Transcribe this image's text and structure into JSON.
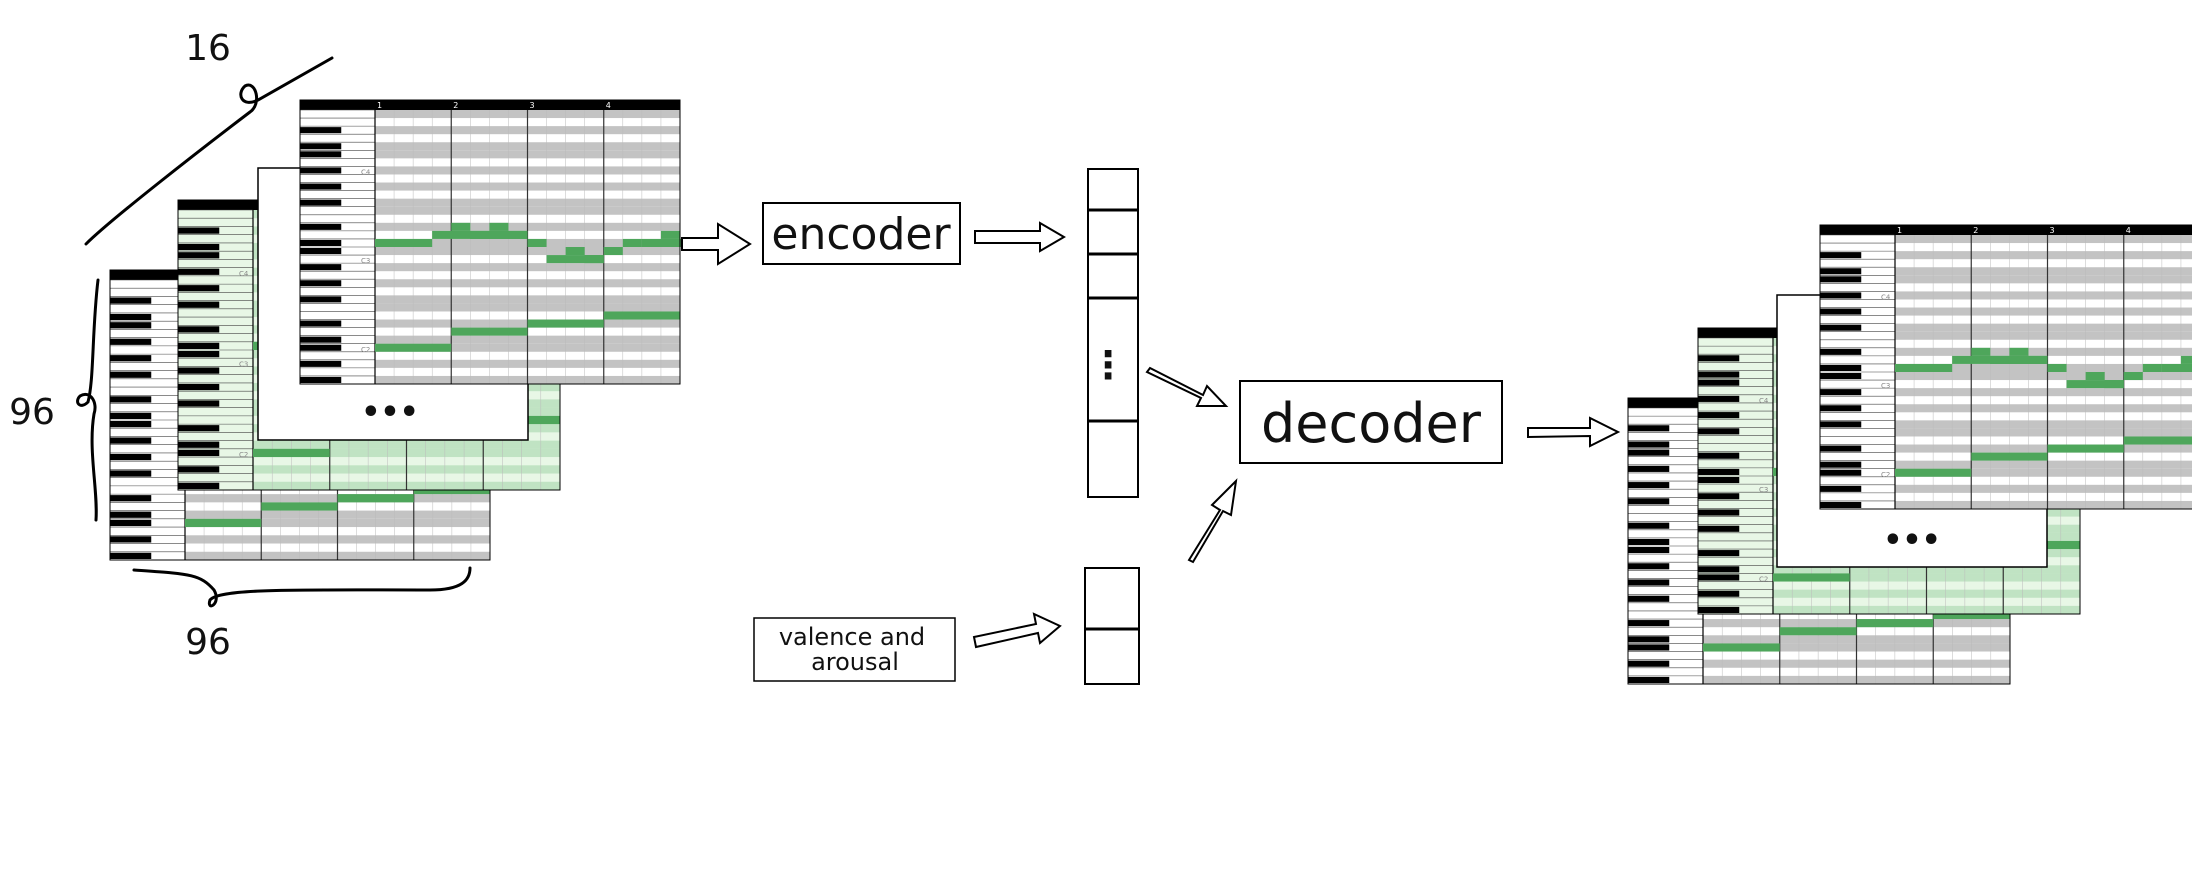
{
  "dims": {
    "time_steps": "16",
    "pitch_height": "96",
    "pitch_width": "96"
  },
  "blocks": {
    "encoder": "encoder",
    "decoder": "decoder",
    "condition_line1": "valence and",
    "condition_line2": "arousal"
  },
  "latent": {
    "ellipsis": "⋮"
  },
  "stack": {
    "ellipsis": "•••"
  },
  "piano_roll": {
    "bar_numbers": [
      "1",
      "2",
      "3",
      "4"
    ],
    "octave_labels": [
      "C4",
      "C3",
      "C2"
    ]
  },
  "colors": {
    "note": "#4ea65b",
    "note_light": "#9fd3a6",
    "row_gray": "#c3c3c3",
    "roll_tint": "#e8f7e6",
    "header": "#000000"
  }
}
